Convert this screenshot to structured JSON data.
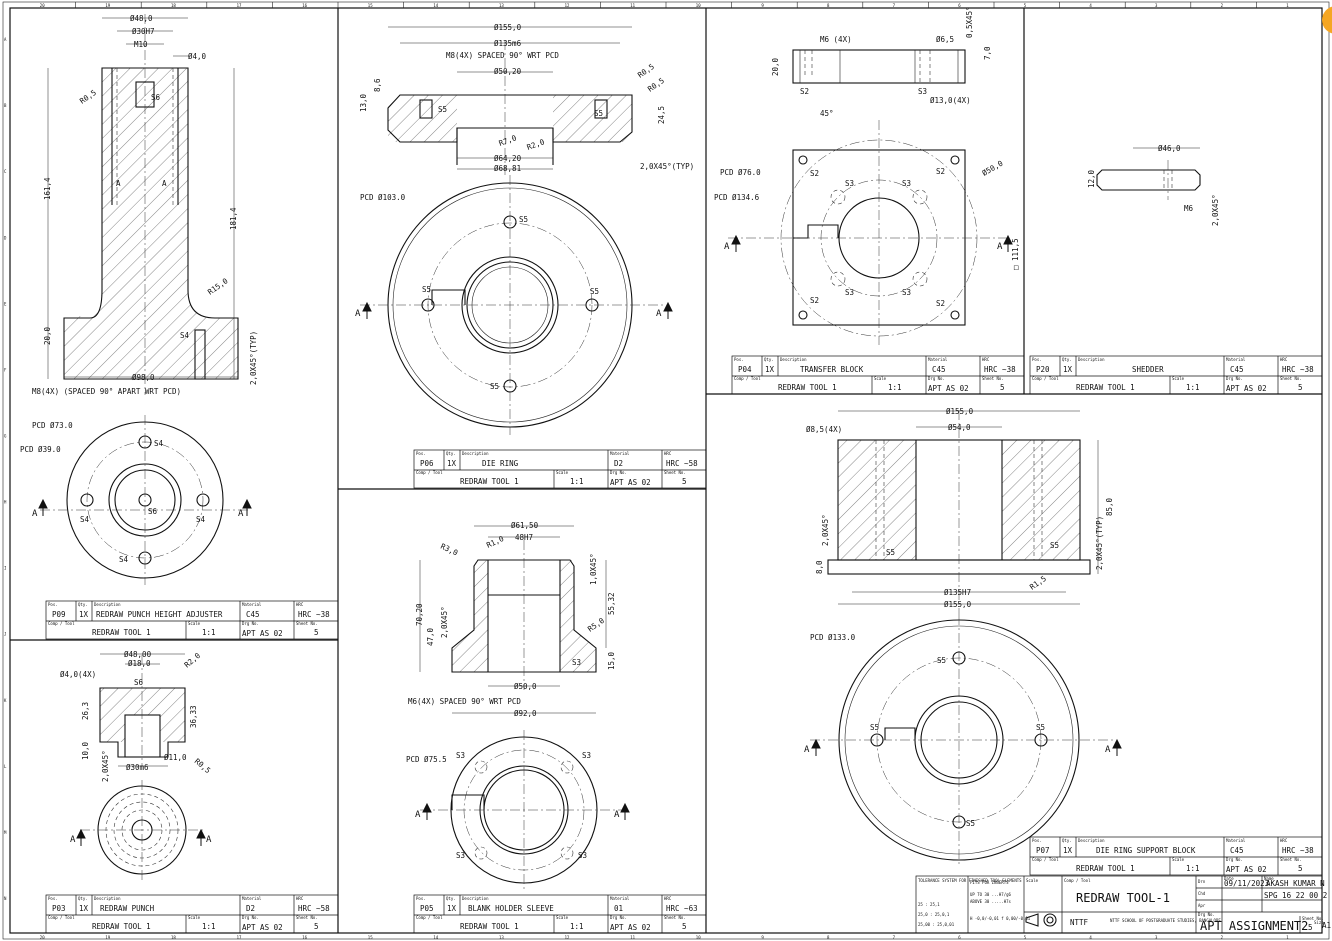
{
  "sheet": {
    "ruler_top": [
      "20",
      "19",
      "18",
      "17",
      "16",
      "15",
      "14",
      "13",
      "12",
      "11",
      "10",
      "9",
      "8",
      "7",
      "6",
      "5",
      "4",
      "3",
      "2",
      "1"
    ],
    "ruler_left": [
      "A",
      "B",
      "C",
      "D",
      "E",
      "F",
      "G",
      "H",
      "I",
      "J",
      "K",
      "L",
      "M",
      "N"
    ]
  },
  "views": {
    "p09": {
      "dims": {
        "d48": "Ø48,0",
        "d30": "Ø30H7",
        "m10": "M10",
        "d4": "Ø4,0",
        "r05": "R0,5",
        "s6": "S6",
        "h161": "161,4",
        "h181": "181,4",
        "r15": "R15,0",
        "s4": "S4",
        "h20": "20,0",
        "ch": "2,0X45°(TYP)",
        "d98": "Ø98,0",
        "m8": "M8(4X) (SPACED 90° APART WRT PCD)",
        "a": "A"
      },
      "plan": {
        "pcd73": "PCD Ø73.0",
        "pcd39": "PCD Ø39.0",
        "s4": "S4",
        "s6": "S6",
        "a": "A"
      },
      "title": {
        "pos": "P09",
        "qty": "1X",
        "desc": "REDRAW PUNCH HEIGHT ADJUSTER",
        "mat": "C45",
        "hrc": "HRC ~38",
        "comp": "REDRAW TOOL 1",
        "scale": "1:1",
        "drg": "APT AS 02",
        "sheet": "5"
      }
    },
    "p03": {
      "dims": {
        "d48": "Ø48,00",
        "d18": "Ø18,0",
        "d4": "Ø4,0(4X)",
        "r2": "R2,0",
        "s6": "S6",
        "h26": "26,3",
        "h36": "36,33",
        "h10": "10,0",
        "d30": "Ø30m6",
        "d11": "Ø11,0",
        "r05": "R0,5",
        "ch": "2,0X45°",
        "a": "A"
      },
      "title": {
        "pos": "P03",
        "qty": "1X",
        "desc": "REDRAW PUNCH",
        "mat": "D2",
        "hrc": "HRC ~58",
        "comp": "REDRAW TOOL 1",
        "scale": "1:1",
        "drg": "APT AS 02",
        "sheet": "5"
      }
    },
    "p06": {
      "dims": {
        "d155": "Ø155,0",
        "d135": "Ø135m6",
        "m8": "M8(4X) SPACED 90° WRT PCD",
        "d50": "Ø50,20",
        "r05a": "R0,5",
        "r05b": "R0,5",
        "h86": "8,6",
        "h13": "13,0",
        "s5": "S5",
        "h245": "24,5",
        "r7": "R7,0",
        "r2": "R2,0",
        "d64": "Ø64,20",
        "d68": "Ø68,81",
        "ch": "2,0X45°(TYP)",
        "pcd": "PCD Ø103.0",
        "a": "A"
      },
      "title": {
        "pos": "P06",
        "qty": "1X",
        "desc": "DIE RING",
        "mat": "D2",
        "hrc": "HRC ~58",
        "comp": "REDRAW TOOL 1",
        "scale": "1:1",
        "drg": "APT AS 02",
        "sheet": "5"
      }
    },
    "p05": {
      "dims": {
        "d615": "Ø61,50",
        "h48": "48H7",
        "r3": "R3,0",
        "r1": "R1,0",
        "ch1": "1,0X45°",
        "h702": "70,20",
        "h47": "47,0",
        "ch2": "2,0X45°",
        "h5532": "55,32",
        "r5": "R5,0",
        "s3": "S3",
        "h15": "15,0",
        "d50": "Ø50,0",
        "m6": "M6(4X) SPACED 90° WRT PCD",
        "d92": "Ø92,0",
        "pcd": "PCD Ø75.5",
        "a": "A"
      },
      "title": {
        "pos": "P05",
        "qty": "1X",
        "desc": "BLANK HOLDER SLEEVE",
        "mat": "01",
        "hrc": "HRC ~63",
        "comp": "REDRAW TOOL 1",
        "scale": "1:1",
        "drg": "APT AS 02",
        "sheet": "5"
      }
    },
    "p04": {
      "dims": {
        "m6": "M6 (4X)",
        "d65": "Ø6,5",
        "ch": "0,5X45°",
        "h20": "20,0",
        "h7": "7,0",
        "s2": "S2",
        "s3": "S3",
        "d13": "Ø13,0(4X)",
        "ang": "45°",
        "pcd76": "PCD Ø76.0",
        "pcd134": "PCD Ø134.6",
        "d50": "Ø50,0",
        "sq": "□ 111,5",
        "a": "A"
      },
      "title": {
        "pos": "P04",
        "qty": "1X",
        "desc": "TRANSFER BLOCK",
        "mat": "C45",
        "hrc": "HRC ~38",
        "comp": "REDRAW TOOL 1",
        "scale": "1:1",
        "drg": "APT AS 02",
        "sheet": "5"
      }
    },
    "p20": {
      "dims": {
        "d46": "Ø46,0",
        "h12": "12,0",
        "m6": "M6",
        "ch": "2,0X45°"
      },
      "title": {
        "pos": "P20",
        "qty": "1X",
        "desc": "SHEDDER",
        "mat": "C45",
        "hrc": "HRC ~38",
        "comp": "REDRAW TOOL 1",
        "scale": "1:1",
        "drg": "APT AS 02",
        "sheet": "5"
      }
    },
    "p07": {
      "dims": {
        "d155": "Ø155,0",
        "d85": "Ø8,5(4X)",
        "d54": "Ø54,0",
        "ch1": "2,0X45°",
        "h8": "8,0",
        "s5": "S5",
        "ch2": "2,0X45°(TYP)",
        "h85": "85,0",
        "r15": "R1,5",
        "d135": "Ø135H7",
        "d155b": "Ø155,0",
        "pcd": "PCD Ø133.0",
        "a": "A"
      },
      "title": {
        "pos": "P07",
        "qty": "1X",
        "desc": "DIE RING SUPPORT BLOCK",
        "mat": "C45",
        "hrc": "HRC ~38",
        "comp": "REDRAW TOOL 1",
        "scale": "1:1",
        "drg": "APT AS 02",
        "sheet": "5"
      }
    }
  },
  "labels": {
    "pos": "Pos.",
    "qty": "Qty.",
    "desc": "Description",
    "mat": "Material",
    "hrc": "HRC",
    "comp": "Comp / Tool",
    "scale": "Scale",
    "drg": "Drg No.",
    "sheet": "Sheet No."
  },
  "main_title": {
    "tol_head": "TOLERANCE SYSTEM FOR FINISHED TOOL ELEMENTS",
    "tol_rows": [
      "25    : 25,1",
      "25,0   : 25,0,1",
      "25,00  : 25,0,01"
    ],
    "fits_head": "FITS FOR INSERTS",
    "fits_rows": [
      "UP TO 30 ...H7/g6",
      "ABOVE 30 .....H7s"
    ],
    "h_label": "H  -0,0/-0,01  f  0,00/-0,01",
    "scale_label": "Scale",
    "comp_label": "Comp / Tool",
    "project": "REDRAW TOOL-1",
    "drn": "Drn",
    "chd": "Chd",
    "apr": "Apr",
    "date_label": "Date",
    "date": "09/11/2023",
    "name_label": "Name",
    "name": "AKASH KUMAR N",
    "roll": "SPG 16 22 00 2",
    "logo": "NTTF",
    "school": "NTTF SCHOOL OF POSTGRADUATE STUDIES, BANGALORE",
    "drg_label": "Drg No.",
    "drg": "APT ASSIGNMENT2",
    "sheet_label": "Sheet No.",
    "sheet": "5",
    "size_label": "Size",
    "size": "A1"
  }
}
